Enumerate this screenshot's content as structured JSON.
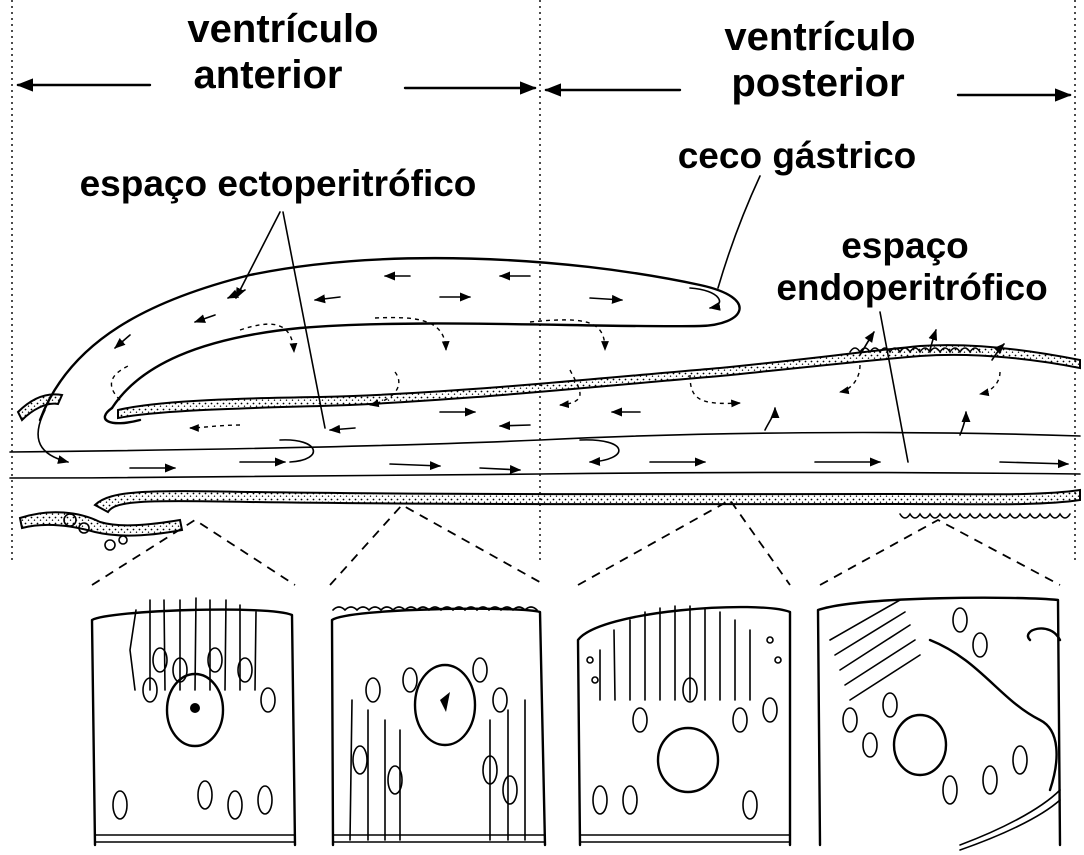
{
  "regions": {
    "anterior": {
      "line1": "ventrículo",
      "line2": "anterior"
    },
    "posterior": {
      "line1": "ventrículo",
      "line2": "posterior"
    }
  },
  "labels": {
    "ecto": "espaço ectoperitrófico",
    "ceco": "ceco gástrico",
    "endo_line1": "espaço",
    "endo_line2": "endoperitrófico"
  },
  "cell_panels": [
    {
      "name": "anterior-ventricle-cell"
    },
    {
      "name": "anterior-ventricle-cell-2"
    },
    {
      "name": "posterior-ventricle-cell"
    },
    {
      "name": "gastric-cecum-cell"
    }
  ]
}
